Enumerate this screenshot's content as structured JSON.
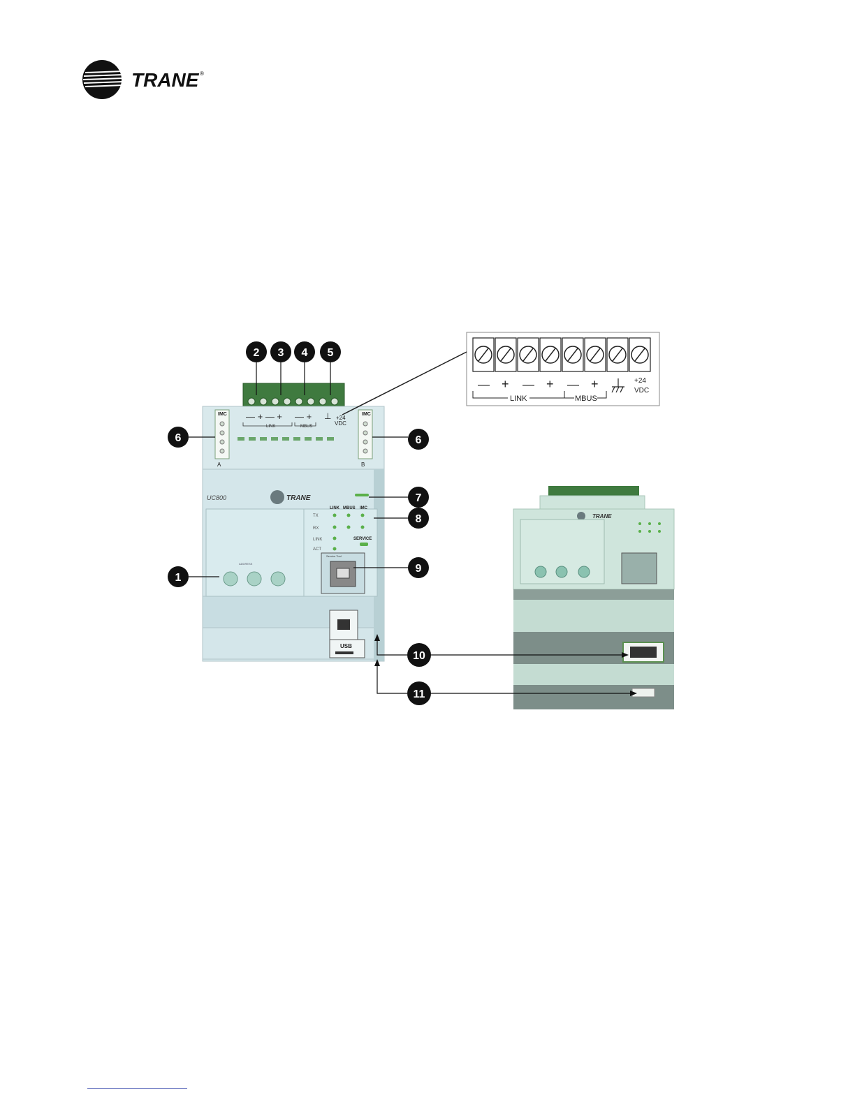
{
  "header": {
    "brand": "TRANE",
    "registered_mark": "®"
  },
  "figure": {
    "callouts": [
      "1",
      "2",
      "3",
      "4",
      "5",
      "6",
      "6",
      "7",
      "8",
      "9",
      "10",
      "11"
    ],
    "controller": {
      "model": "UC800",
      "brand": "TRANE",
      "imc_label": "IMC",
      "port_a": "A",
      "port_b": "B",
      "link_label": "LINK",
      "mbus_label": "MBUS",
      "vdc_label": "+24\nVDC",
      "led_columns": [
        "LINK",
        "MBUS",
        "IMC"
      ],
      "led_rows": [
        "TX",
        "RX",
        "LINK",
        "ACT"
      ],
      "service_label": "SERVICE",
      "service_tool_label": "Service Tool",
      "address_label": "ADDRESS",
      "usb_label": "USB"
    },
    "terminal_inset": {
      "signs": [
        "—",
        "+",
        "—",
        "+",
        "—",
        "+"
      ],
      "link_label": "LINK",
      "mbus_label": "MBUS",
      "vdc_top": "+24",
      "vdc_bottom": "VDC"
    },
    "side_view": {
      "brand": "TRANE"
    }
  }
}
